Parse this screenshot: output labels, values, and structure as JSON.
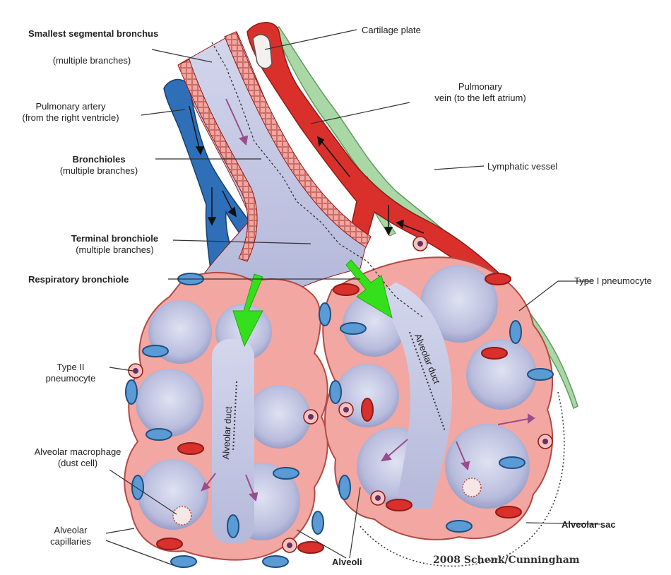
{
  "labels": {
    "smallest_segmental_bronchus": "Smallest segmental bronchus",
    "smallest_segmental_bronchus_sub": "(multiple branches)",
    "cartilage_plate": "Cartilage plate",
    "pulmonary_vein": "Pulmonary",
    "pulmonary_vein_sub": "vein (to the left atrium)",
    "pulmonary_artery": "Pulmonary artery",
    "pulmonary_artery_sub": "(from the right ventricle)",
    "bronchioles": "Bronchioles",
    "bronchioles_sub": "(multiple branches)",
    "lymphatic_vessel": "Lymphatic vessel",
    "terminal_bronchiole": "Terminal bronchiole",
    "terminal_bronchiole_sub": "(multiple branches)",
    "respiratory_bronchiole": "Respiratory bronchiole",
    "type1_pneumocyte": "Type I pneumocyte",
    "type2_pneumocyte": "Type II",
    "type2_pneumocyte_sub": "pneumocyte",
    "alveolar_duct_left": "Alveolar duct",
    "alveolar_duct_right": "Alveolar duct",
    "alveolar_macrophage": "Alveolar macrophage",
    "alveolar_macrophage_sub": "(dust cell)",
    "alveolar_capillaries": "Alveolar",
    "alveolar_capillaries_sub": "capillaries",
    "alveolar_sac": "Alveolar sac",
    "alveoli": "Alveoli"
  },
  "credit": "2008 Schenk/Cunningham",
  "colors": {
    "artery_blue": "#2e6fb8",
    "vein_red": "#d9302b",
    "lymph_green": "#a9d8a6",
    "epithelium_pink": "#f2a7a2",
    "lumen_lavender": "#c8cce6",
    "flow_arrow_green": "#33e01b",
    "small_arrow_purple": "#9b4c8f"
  }
}
